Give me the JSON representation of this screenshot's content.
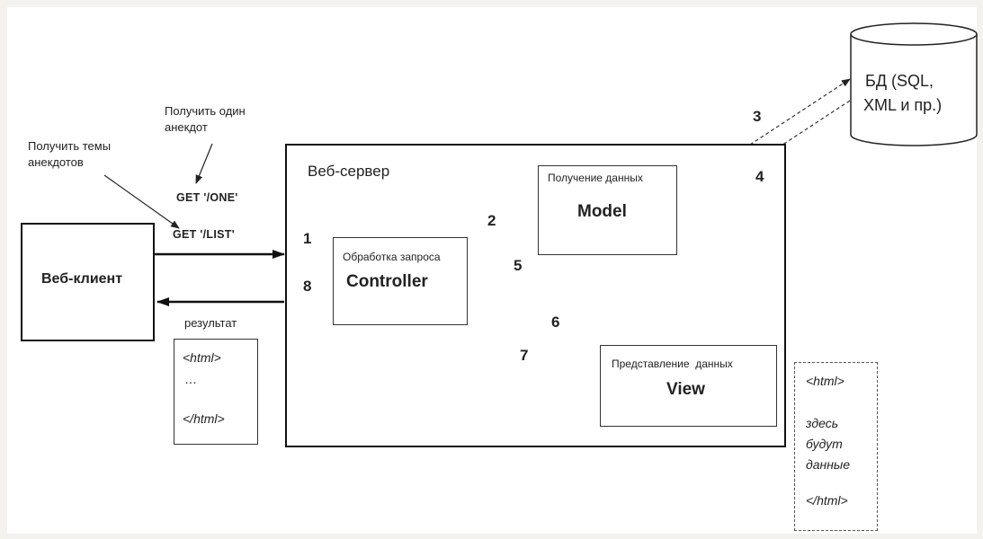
{
  "server": {
    "title": "Веб-сервер"
  },
  "client": {
    "label": "Веб-клиент"
  },
  "controller": {
    "caption": "Обработка запроса",
    "name": "Controller"
  },
  "model": {
    "caption": "Получение данных",
    "name": "Model"
  },
  "view": {
    "caption": "Представление  данных",
    "name": "View"
  },
  "database": {
    "line1": "БД (SQL,",
    "line2": "XML и пр.)"
  },
  "requests": {
    "one_note_line1": "Получить один",
    "one_note_line2": "анекдот",
    "list_note_line1": "Получить темы",
    "list_note_line2": "анекдотов",
    "get_one": "GET '/ONE'",
    "get_list": "GET '/LIST'"
  },
  "result": {
    "label": "результат",
    "line1": "<html>",
    "line2": "…",
    "line3": "</html>"
  },
  "template": {
    "line1": "<html>",
    "line2": "здесь",
    "line3": "будут",
    "line4": "данные",
    "line5": "</html>"
  },
  "steps": [
    "1",
    "2",
    "3",
    "4",
    "5",
    "6",
    "7",
    "8"
  ]
}
